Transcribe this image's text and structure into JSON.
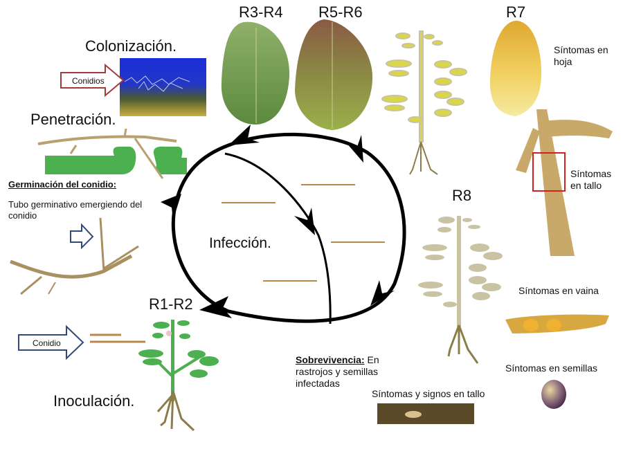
{
  "stages": {
    "colonizacion": "Colonización.",
    "penetracion": "Penetración.",
    "infeccion": "Infección.",
    "inoculacion": "Inoculación."
  },
  "growth_stages": {
    "r1_r2": "R1-R2",
    "r3_r4": "R3-R4",
    "r5_r6": "R5-R6",
    "r7": "R7",
    "r8": "R8"
  },
  "arrows": {
    "conidios": "Conidios",
    "conidio": "Conidio"
  },
  "germination": {
    "title": "Germinación del conidio:",
    "text": "Tubo germinativo emergiendo del conidio"
  },
  "survival": {
    "title": "Sobrevivencia:",
    "text_inline": " En",
    "text_rest": "rastrojos y semillas infectadas"
  },
  "symptoms": {
    "hoja": "Síntomas en hoja",
    "tallo": "Síntomas en tallo",
    "vaina": "Síntomas en vaina",
    "semillas": "Síntomas en semillas",
    "signos_tallo": "Síntomas y signos en tallo"
  },
  "colors": {
    "cycle": "#000000",
    "plant_green": "#4caf50",
    "plant_yellow": "#d9d64a",
    "plant_dry": "#c9c3a3",
    "root": "#8a7d4a",
    "conidios_arrow": "#a33a3a",
    "conidio_arrow": "#2f4a7a",
    "highlight_box": "#d02020",
    "conidium": "#b8874a"
  }
}
